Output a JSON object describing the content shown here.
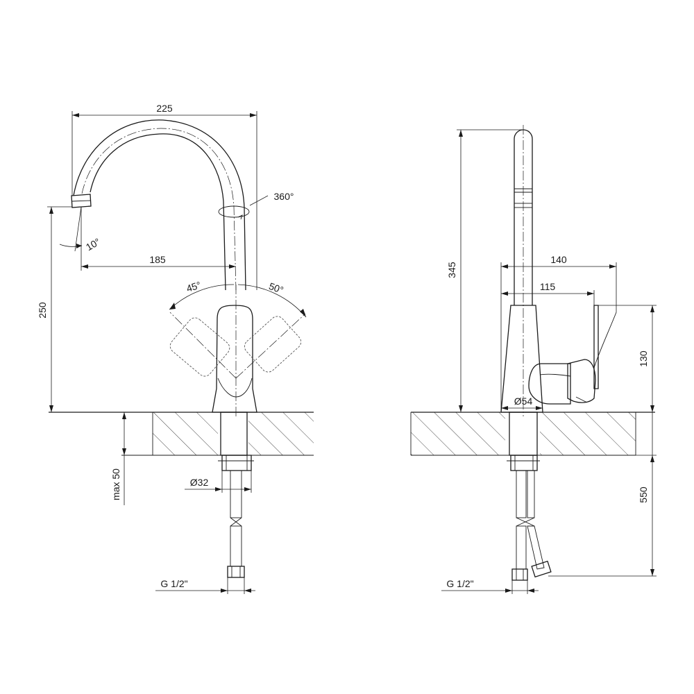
{
  "front_view": {
    "width_overall": "225",
    "spout_reach": "185",
    "height": "250",
    "spout_angle": "10°",
    "rotation": "360°",
    "lever_left": "45°",
    "lever_right": "50°",
    "max_thickness": "max 50",
    "shank_diameter": "Ø32",
    "connection": "G 1/2\""
  },
  "side_view": {
    "total_height": "345",
    "depth_overall": "140",
    "depth_body": "115",
    "lever_height": "130",
    "base_diameter": "Ø54",
    "hose_length": "550",
    "connection": "G 1/2\""
  }
}
